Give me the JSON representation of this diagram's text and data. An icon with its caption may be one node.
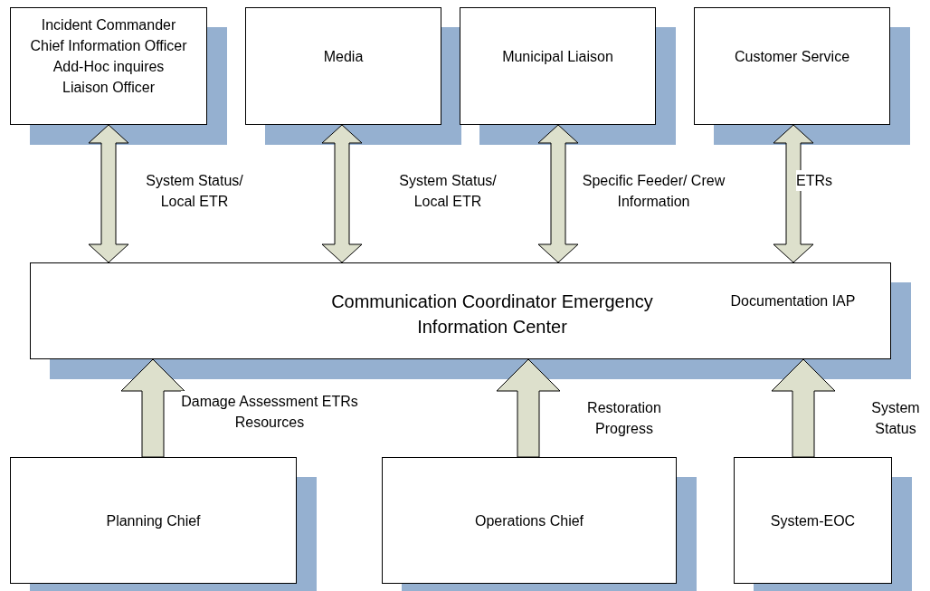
{
  "diagram": {
    "nodes": [
      {
        "text": [
          "Incident Commander",
          "Chief Information Officer",
          "Add-Hoc inquires",
          "Liaison Officer"
        ]
      },
      {
        "text": [
          "Media"
        ]
      },
      {
        "text": [
          "Municipal Liaison"
        ]
      },
      {
        "text": [
          "Customer Service"
        ]
      },
      {
        "text": [
          "Communication Coordinator Emergency Information Center",
          "Documentation IAP"
        ]
      },
      {
        "text": [
          "Planning Chief"
        ]
      },
      {
        "text": [
          "Operations Chief"
        ]
      },
      {
        "text": [
          "System-EOC"
        ]
      }
    ],
    "edges": [
      {
        "from": 0,
        "to": 4,
        "arrow": "both",
        "label": "System Status/ Local ETR"
      },
      {
        "from": 1,
        "to": 4,
        "arrow": "both",
        "label": "System Status/ Local ETR"
      },
      {
        "from": 2,
        "to": 4,
        "arrow": "both",
        "label": "Specific Feeder/ Crew Information"
      },
      {
        "from": 3,
        "to": 4,
        "arrow": "both",
        "label": "ETRs"
      },
      {
        "from": 5,
        "to": 4,
        "arrow": "to",
        "style": "thick",
        "label": "Damage Assessment ETRs Resources"
      },
      {
        "from": 6,
        "to": 4,
        "arrow": "to",
        "style": "thick",
        "label": "Restoration Progress"
      },
      {
        "from": 7,
        "to": 4,
        "arrow": "to",
        "style": "thick",
        "label": "System Status"
      }
    ]
  }
}
